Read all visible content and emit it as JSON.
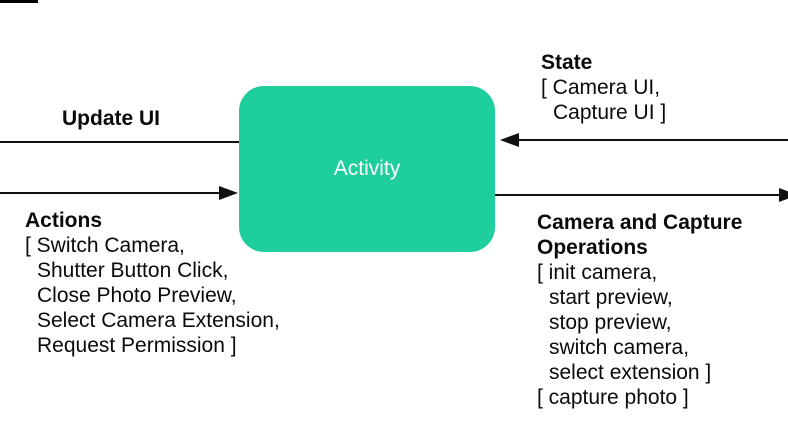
{
  "node": {
    "label": "Activity",
    "fill_color": "#1ECE9C",
    "text_color": "#ffffff"
  },
  "edges": {
    "update_ui": {
      "label": "Update UI",
      "direction": "out-left"
    },
    "actions": {
      "title": "Actions",
      "direction": "in-left",
      "lines": [
        "[ Switch Camera,",
        "Shutter Button Click,",
        "Close Photo Preview,",
        "Select Camera Extension,",
        "Request Permission ]"
      ]
    },
    "state": {
      "title": "State",
      "direction": "in-right",
      "lines": [
        "[ Camera UI,",
        "Capture UI ]"
      ]
    },
    "operations": {
      "title": "Camera and Capture Operations",
      "direction": "out-right",
      "lines": [
        "[ init camera,",
        "start preview,",
        "stop preview,",
        "switch camera,",
        "select extension ]",
        "[ capture photo ]"
      ]
    }
  },
  "colors": {
    "line": "#111111",
    "text": "#0a0a0a",
    "background": "#ffffff"
  }
}
